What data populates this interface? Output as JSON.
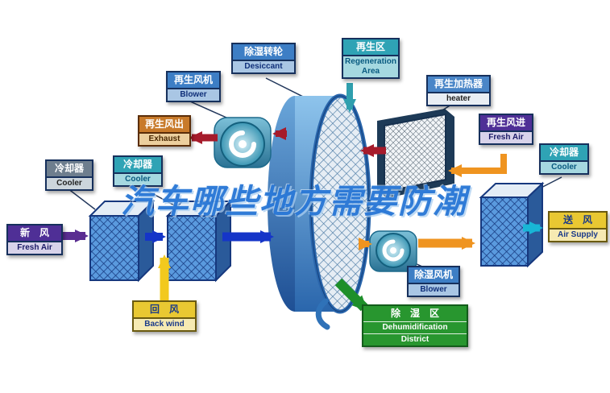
{
  "watermark": {
    "text": "汽车哪些地方需要防潮",
    "color": "#2373d4"
  },
  "labels": {
    "desiccant": {
      "zh": "除湿转轮",
      "en": "Desiccant"
    },
    "regen_area": {
      "zh": "再生区",
      "en": "Regeneration Area"
    },
    "regen_blower": {
      "zh": "再生风机",
      "en": "Blower"
    },
    "regen_heater": {
      "zh": "再生加热器",
      "en": "heater"
    },
    "exhaust": {
      "zh": "再生风出",
      "en": "Exhaust"
    },
    "regen_fresh_air": {
      "zh": "再生风进",
      "en": "Fresh Air"
    },
    "cooler_far_left": {
      "zh": "冷却器",
      "en": "Cooler"
    },
    "cooler_left": {
      "zh": "冷却器",
      "en": "Cooler"
    },
    "cooler_right": {
      "zh": "冷却器",
      "en": "Cooler"
    },
    "fresh_air_in": {
      "zh": "新　风",
      "en": "Fresh Air"
    },
    "air_supply": {
      "zh": "送　风",
      "en": "Air Supply"
    },
    "back_wind": {
      "zh": "回　风",
      "en": "Back wind"
    },
    "dehum_blower": {
      "zh": "除湿风机",
      "en": "Blower"
    },
    "dehum_district": {
      "zh": "除　湿　区",
      "en_line1": "Dehumidification",
      "en_line2": "District"
    }
  },
  "colors": {
    "label_blue": "#3d7ec5",
    "label_teal": "#2fa3b5",
    "label_purple": "#4f2f96",
    "label_orange": "#c87a2a",
    "label_yellow": "#e9c832",
    "label_gray": "#6e7e8e",
    "label_green": "#28962f",
    "arrow_purple": "#5a2d91",
    "arrow_blue": "#1535c8",
    "arrow_yellow": "#f2c91e",
    "arrow_orange": "#ef9420",
    "arrow_dark_red": "#a61b2b",
    "arrow_teal": "#2f9fae",
    "arrow_cyan": "#18b6d6",
    "arrow_green": "#1e8f2a",
    "wheel_blue": "#2a66ac"
  }
}
